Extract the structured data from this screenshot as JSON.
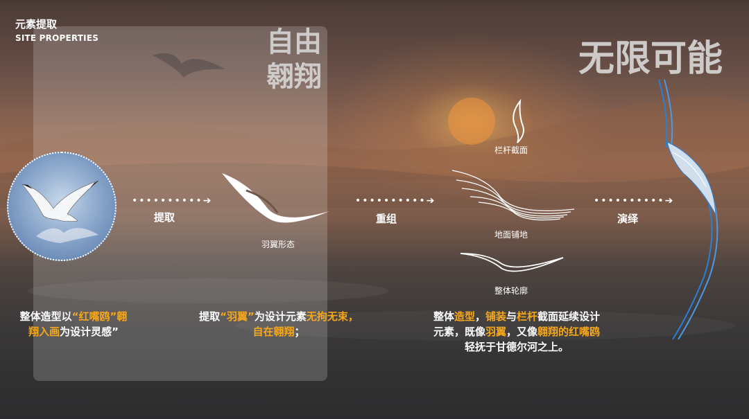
{
  "header": {
    "title_cn": "元素提取",
    "title_en": "SITE PROPERTIES"
  },
  "big_text_left": "自由翱翔",
  "big_text_right": "无限可能",
  "steps": [
    {
      "label": "提取",
      "arrow": "••••••••••➔"
    },
    {
      "label": "重组",
      "arrow": "••••••••••➔"
    },
    {
      "label": "演绎",
      "arrow": "••••••••••➔"
    }
  ],
  "captions": {
    "wing": "羽翼形态",
    "railing": "栏杆截面",
    "ground": "地面铺地",
    "outline": "整体轮廓"
  },
  "desc1": {
    "a": "整体造型以",
    "b": "“红嘴鸥”翱",
    "c": "翔入画",
    "d": "为设计灵感”"
  },
  "desc2": {
    "a": "提取",
    "b": "“羽翼”",
    "c": "为设计元素",
    "d": "无拘无束，",
    "e": "自在翱翔",
    "f": "；"
  },
  "desc3": {
    "a": "整体",
    "b": "造型",
    "c": "，",
    "d": "铺装",
    "e": "与",
    "f": "栏杆",
    "g": "截面延续设计",
    "h": "元素，既像",
    "i": "羽翼",
    "j": "，又像",
    "k": "翱翔的红嘴鸥",
    "l": "轻抚于甘德尔河之上。"
  },
  "colors": {
    "highlight": "#f6a71b",
    "accent_blue": "#2b7fd6"
  }
}
